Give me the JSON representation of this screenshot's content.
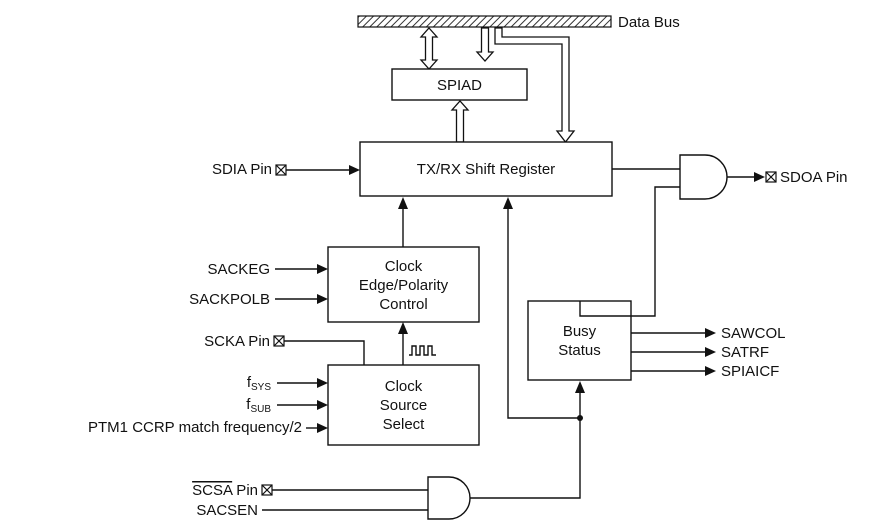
{
  "data_bus_label": "Data Bus",
  "blocks": {
    "spiad": "SPIAD",
    "shift_register": "TX/RX Shift Register",
    "clock_edge": [
      "Clock",
      "Edge/Polarity",
      "Control"
    ],
    "clock_source": [
      "Clock",
      "Source",
      "Select"
    ],
    "busy_status": [
      "Busy",
      "Status"
    ]
  },
  "pins": {
    "sdia": "SDIA Pin",
    "sdoa": "SDOA Pin",
    "scka": "SCKA Pin",
    "scsa_name": "SCSA",
    "scsa_suffix": " Pin"
  },
  "inputs": {
    "sackeg": "SACKEG",
    "sackpolb": "SACKPOLB",
    "fsys_base": "f",
    "fsys_sub": "SYS",
    "fsub_base": "f",
    "fsub_sub": "SUB",
    "ptm1": "PTM1 CCRP match frequency/2",
    "sacsen": "SACSEN"
  },
  "outputs": {
    "sawcol": "SAWCOL",
    "satrf": "SATRF",
    "spiaicf": "SPIAICF"
  }
}
